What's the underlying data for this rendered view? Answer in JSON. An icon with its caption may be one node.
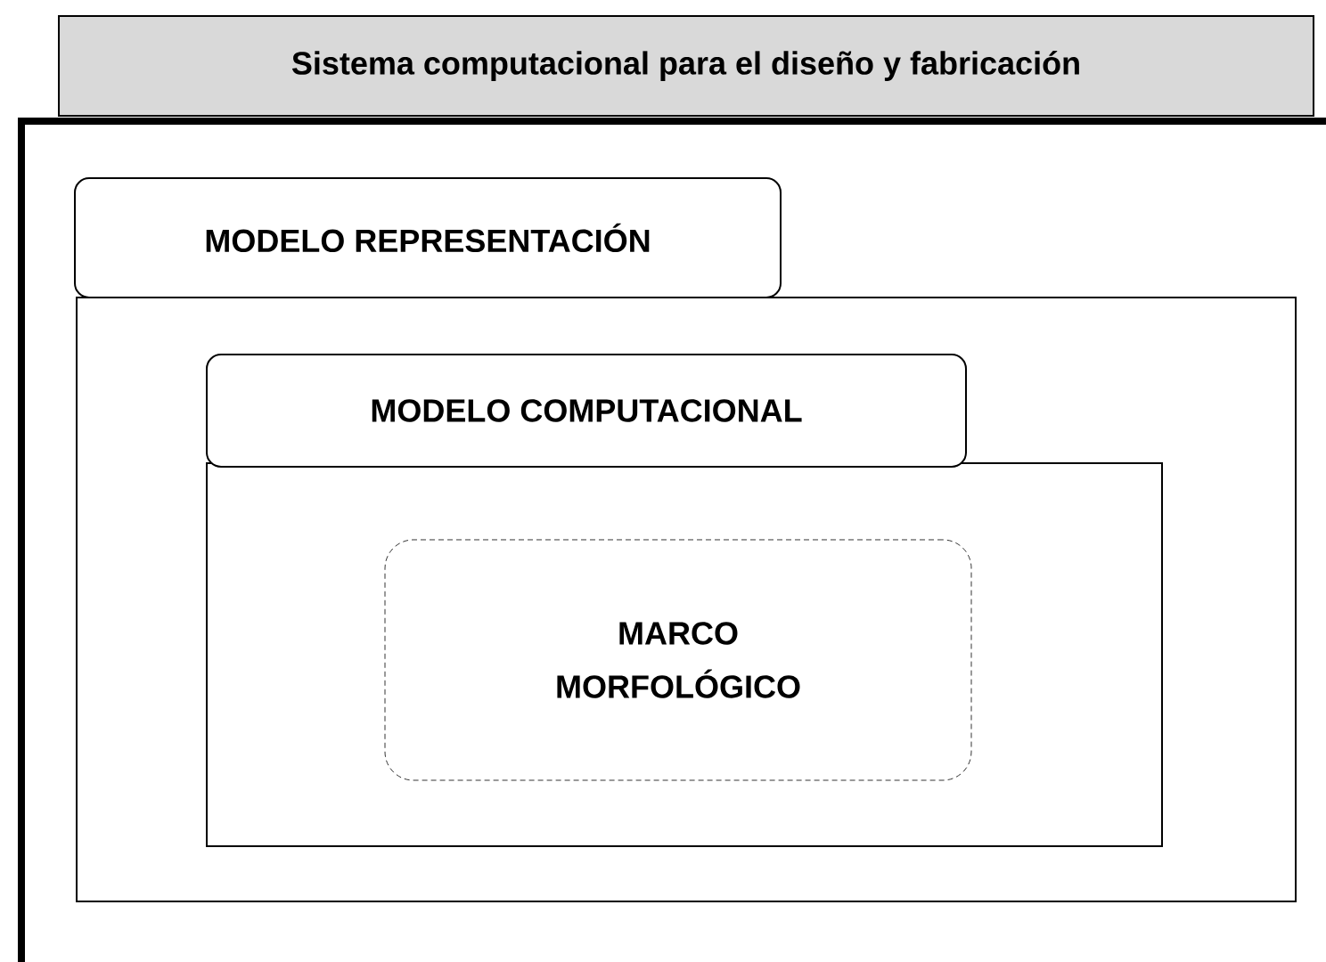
{
  "diagram": {
    "nodes": [
      {
        "text": [
          "Sistema computacional para el diseño y fabricación"
        ]
      },
      {
        "text": [
          "MODELO REPRESENTACIÓN"
        ],
        "in": 0
      },
      {
        "text": [
          "MODELO COMPUTACIONAL"
        ],
        "in": 1
      },
      {
        "text": [
          "MARCO MORFOLÓGICO"
        ],
        "in": 2
      }
    ]
  }
}
